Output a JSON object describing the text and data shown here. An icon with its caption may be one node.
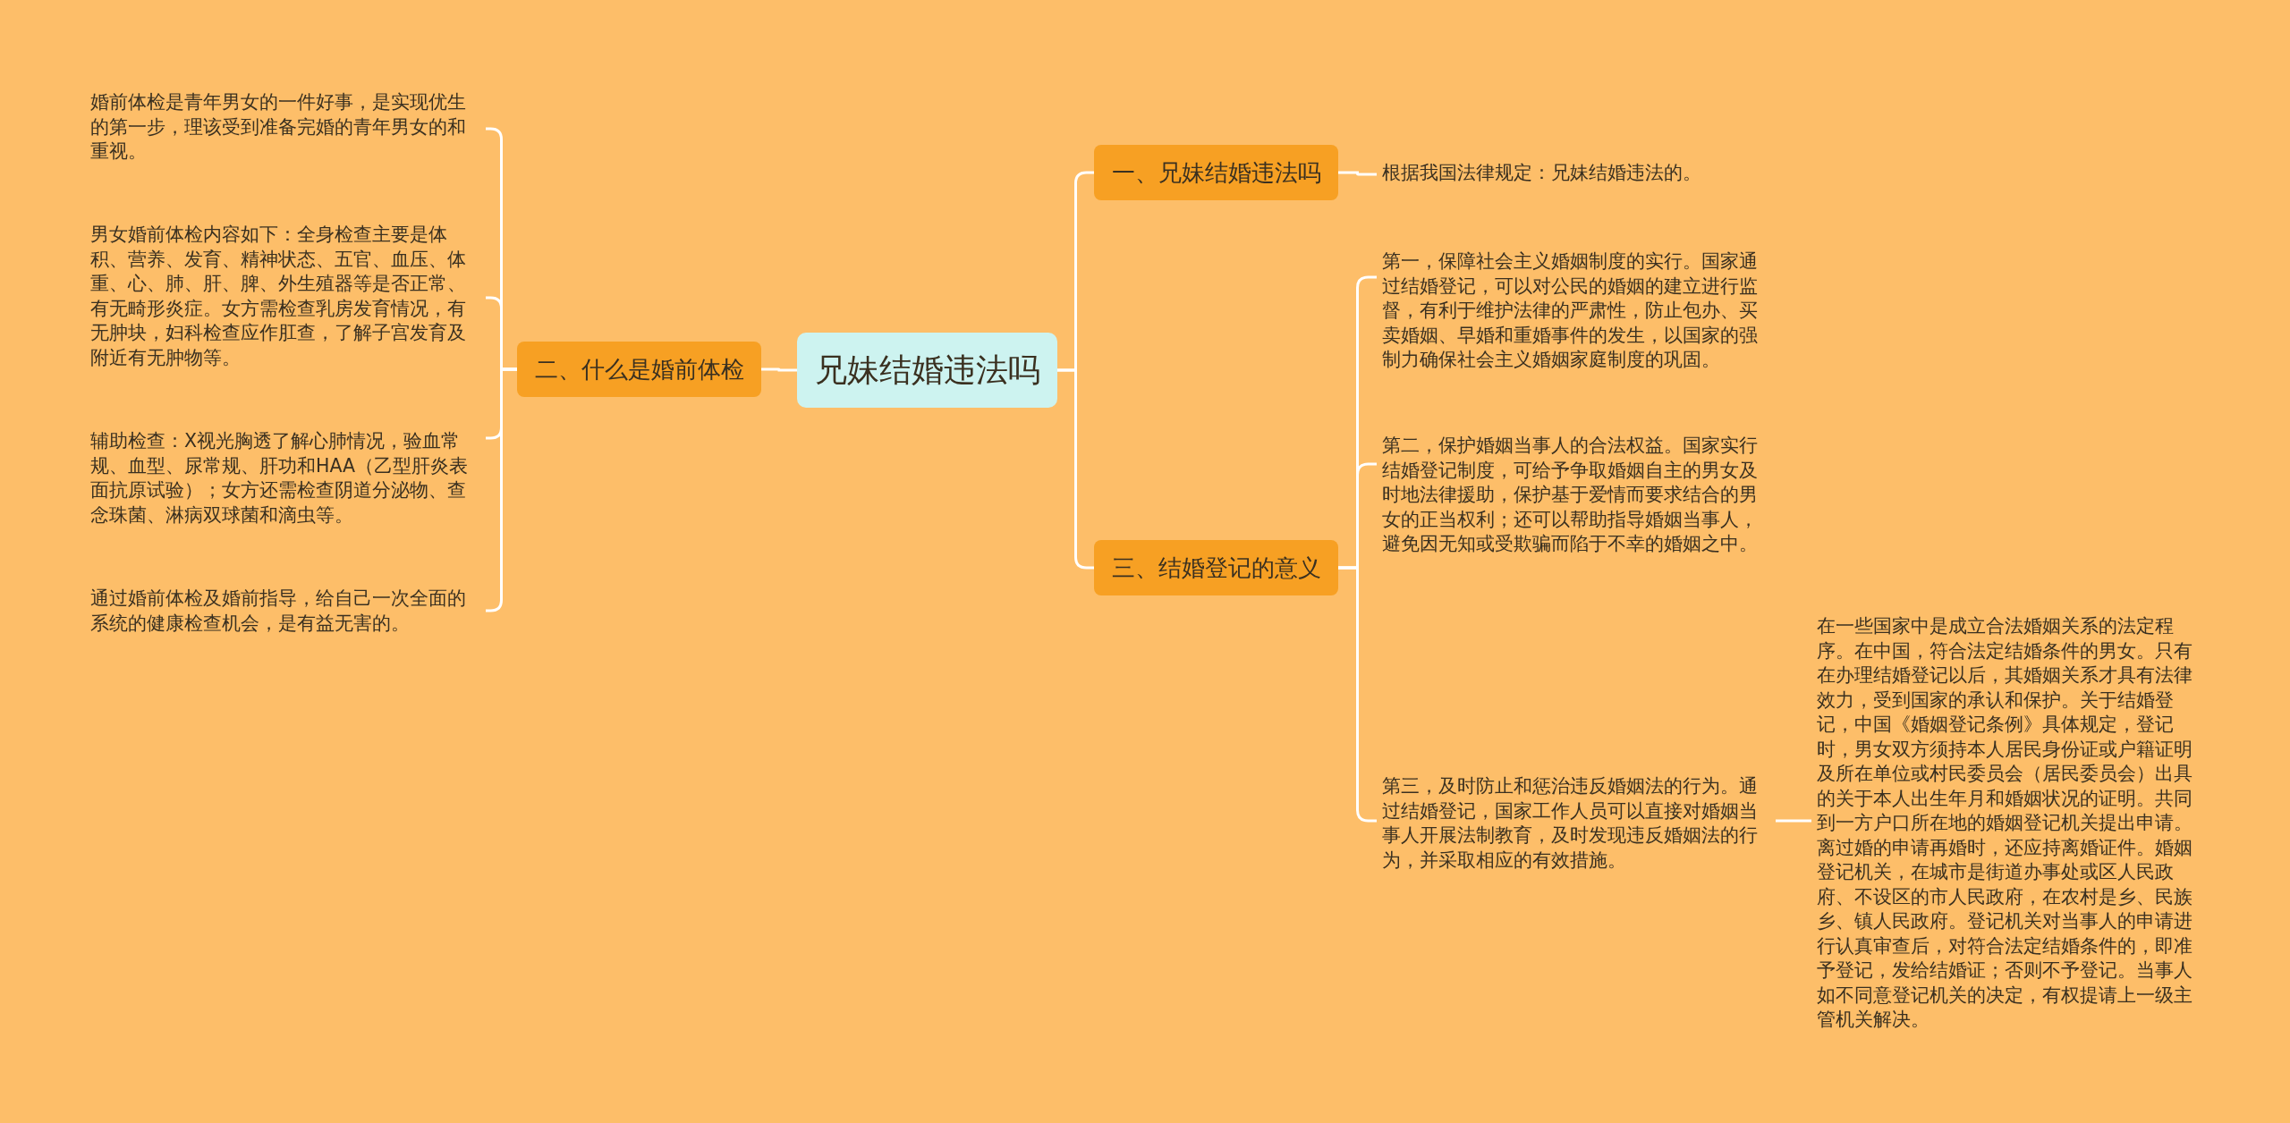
{
  "diagram": {
    "nodes": [
      {
        "text": [
          "兄妹结婚违法吗"
        ]
      },
      {
        "text": [
          "一、兄妹结婚违法吗"
        ]
      },
      {
        "text": [
          "根据我国法律规定：兄妹结婚违法的。"
        ]
      },
      {
        "text": [
          "三、结婚登记的意义"
        ]
      },
      {
        "text": [
          "第一，保障社会主义婚姻制度的实行。国家通过结婚登记，可以对公民的婚姻的建立进行监督，有利于维护法律的严肃性，防止包办、买卖婚姻、早婚和重婚事件的发生，以国家的强制力确保社会主义婚姻家庭制度的巩固。"
        ]
      },
      {
        "text": [
          "第二，保护婚姻当事人的合法权益。国家实行结婚登记制度，可给予争取婚姻自主的男女及时地法律援助，保护基于爱情而要求结合的男女的正当权利；还可以帮助指导婚姻当事人，避免因无知或受欺骗而陷于不幸的婚姻之中。"
        ]
      },
      {
        "text": [
          "第三，及时防止和惩治违反婚姻法的行为。通过结婚登记，国家工作人员可以直接对婚姻当事人开展法制教育，及时发现违反婚姻法的行为，并采取相应的有效措施。"
        ]
      },
      {
        "text": [
          "在一些国家中是成立合法婚姻关系的法定程序。在中国，符合法定结婚条件的男女。只有在办理结婚登记以后，其婚姻关系才具有法律效力，受到国家的承认和保护。关于结婚登记，中国《婚姻登记条例》具体规定，登记时，男女双方须持本人居民身份证或户籍证明及所在单位或村民委员会（居民委员会）出具的关于本人出生年月和婚姻状况的证明。共同到一方户口所在地的婚姻登记机关提出申请。离过婚的申请再婚时，还应持离婚证件。婚姻登记机关，在城市是街道办事处或区人民政府、不设区的市人民政府，在农村是乡、民族乡、镇人民政府。登记机关对当事人的申请进行认真审查后，对符合法定结婚条件的，即准予登记，发给结婚证；否则不予登记。当事人如不同意登记机关的决定，有权提请上一级主管机关解决。"
        ]
      },
      {
        "text": [
          "二、什么是婚前体检"
        ]
      },
      {
        "text": [
          "婚前体检是青年男女的一件好事，是实现优生的第一步，理该受到准备完婚的青年男女的和重视。"
        ]
      },
      {
        "text": [
          "男女婚前体检内容如下：全身检查主要是体积、营养、发育、精神状态、五官、血压、体重、心、肺、肝、脾、外生殖器等是否正常、有无畸形炎症。女方需检查乳房发育情况，有无肿块，妇科检查应作肛查，了解子宫发育及附近有无肿物等。"
        ]
      },
      {
        "text": [
          "辅助检查：X视光胸透了解心肺情况，验血常规、血型、尿常规、肝功和HAA（乙型肝炎表面抗原试验）；女方还需检查阴道分泌物、查念珠菌、淋病双球菌和滴虫等。"
        ]
      },
      {
        "text": [
          "通过婚前体检及婚前指导，给自己一次全面的系统的健康检查机会，是有益无害的。"
        ]
      }
    ],
    "edges": [
      {
        "from": 0,
        "to": 1,
        "arrow": "none"
      },
      {
        "from": 1,
        "to": 2,
        "arrow": "none"
      },
      {
        "from": 0,
        "to": 3,
        "arrow": "none"
      },
      {
        "from": 3,
        "to": 4,
        "arrow": "none"
      },
      {
        "from": 3,
        "to": 5,
        "arrow": "none"
      },
      {
        "from": 3,
        "to": 6,
        "arrow": "none"
      },
      {
        "from": 6,
        "to": 7,
        "arrow": "none"
      },
      {
        "from": 0,
        "to": 8,
        "arrow": "none"
      },
      {
        "from": 8,
        "to": 9,
        "arrow": "none"
      },
      {
        "from": 8,
        "to": 10,
        "arrow": "none"
      },
      {
        "from": 8,
        "to": 11,
        "arrow": "none"
      },
      {
        "from": 8,
        "to": 12,
        "arrow": "none"
      }
    ]
  }
}
